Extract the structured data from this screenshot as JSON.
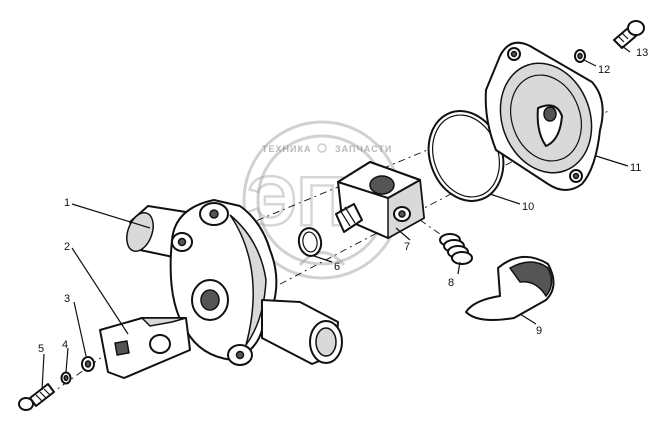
{
  "watermark": {
    "left_text": "ТЕХНИКА",
    "right_text": "ЗАПЧАСТИ",
    "logo_text": "ЭП"
  },
  "callouts": [
    {
      "id": "1",
      "label": "1"
    },
    {
      "id": "2",
      "label": "2"
    },
    {
      "id": "3",
      "label": "3"
    },
    {
      "id": "4",
      "label": "4"
    },
    {
      "id": "5",
      "label": "5"
    },
    {
      "id": "6",
      "label": "6"
    },
    {
      "id": "7",
      "label": "7"
    },
    {
      "id": "8",
      "label": "8"
    },
    {
      "id": "9",
      "label": "9"
    },
    {
      "id": "10",
      "label": "10"
    },
    {
      "id": "11",
      "label": "11"
    },
    {
      "id": "12",
      "label": "12"
    },
    {
      "id": "13",
      "label": "13"
    }
  ],
  "colors": {
    "line": "#111111",
    "shade": "#d9d9d9",
    "watermark": "#9a9a9a"
  }
}
